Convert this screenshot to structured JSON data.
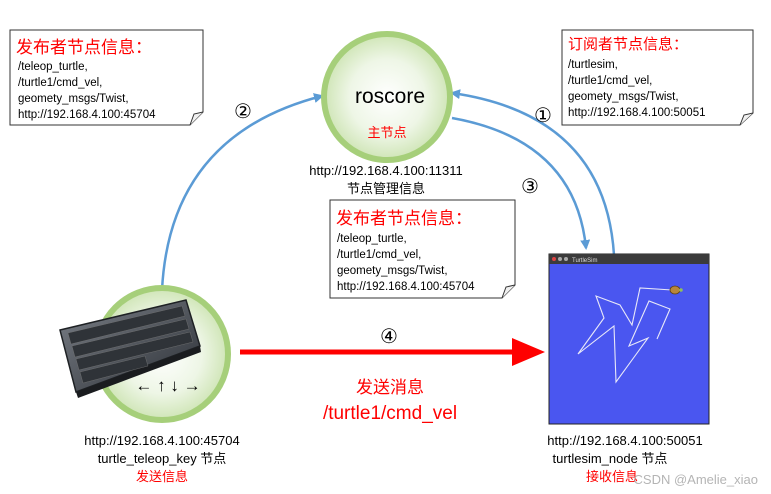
{
  "roscore": {
    "name": "roscore",
    "role": "主节点",
    "url": "http://192.168.4.100:11311",
    "desc": "节点管理信息"
  },
  "note_pub_top": {
    "title": "发布者节点信息：",
    "lines": [
      "/teleop_turtle,",
      "/turtle1/cmd_vel,",
      "geomety_msgs/Twist,",
      "http://192.168.4.100:45704"
    ]
  },
  "note_sub": {
    "title": "订阅者节点信息：",
    "lines": [
      "/turtlesim,",
      "/turtle1/cmd_vel,",
      "geomety_msgs/Twist,",
      "http://192.168.4.100:50051"
    ]
  },
  "note_pub_mid": {
    "title": "发布者节点信息：",
    "lines": [
      "/teleop_turtle,",
      "/turtle1/cmd_vel,",
      "geomety_msgs/Twist,",
      "http://192.168.4.100:45704"
    ]
  },
  "steps": {
    "s1": "①",
    "s2": "②",
    "s3": "③",
    "s4": "④"
  },
  "message": {
    "action": "发送消息",
    "topic": "/turtle1/cmd_vel"
  },
  "teleop_node": {
    "keys": "← ↑ ↓ →",
    "url": "http://192.168.4.100:45704",
    "name": "turtle_teleop_key 节点",
    "role": "发送信息"
  },
  "turtlesim_node": {
    "window_title": "TurtleSim",
    "url": "http://192.168.4.100:50051",
    "name": "turtlesim_node 节点",
    "role": "接收信息"
  },
  "watermark": "CSDN @Amelie_xiao",
  "colors": {
    "blue_arrow": "#5b9bd5",
    "red": "#ff0000",
    "green_ring": "#a6cf7a",
    "turtle_bg": "#4a56f0"
  }
}
